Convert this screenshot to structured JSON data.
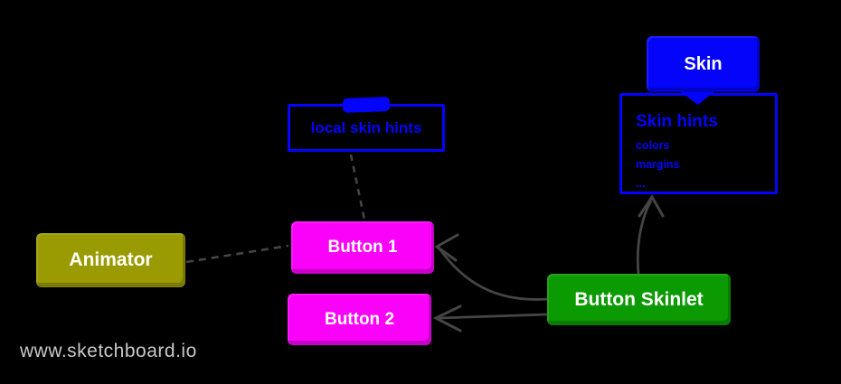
{
  "canvas": {
    "background": "#000000",
    "watermark": "www.sketchboard.io"
  },
  "colors": {
    "blue": "#0404fa",
    "olive": "#9a9a02",
    "magenta": "#fa02fa",
    "green": "#0c9a02",
    "edge_gray": "#454545",
    "watermark_gray": "#c9c9c9",
    "text_white": "#ffffff"
  },
  "nodes": {
    "skin": {
      "label": "Skin",
      "color": "#0404fa"
    },
    "skin_hints": {
      "title": "Skin hints",
      "items": [
        "colors",
        "margins",
        "..."
      ],
      "border_color": "#0404fa"
    },
    "local_skin_hints": {
      "label": "local skin hints",
      "border_color": "#0404fa"
    },
    "animator": {
      "label": "Animator",
      "color": "#9a9a02"
    },
    "button1": {
      "label": "Button 1",
      "color": "#fa02fa"
    },
    "button2": {
      "label": "Button 2",
      "color": "#fa02fa"
    },
    "button_skinlet": {
      "label": "Button Skinlet",
      "color": "#0c9a02"
    }
  },
  "edges": [
    {
      "from": "skin",
      "to": "skin_hints",
      "style": "attached-tab"
    },
    {
      "from": "local_skin_hints",
      "to": "button1",
      "style": "dashed-line"
    },
    {
      "from": "animator",
      "to": "button1",
      "style": "dashed-line"
    },
    {
      "from": "button_skinlet",
      "to": "button1",
      "style": "solid-arrow"
    },
    {
      "from": "button_skinlet",
      "to": "button2",
      "style": "solid-arrow"
    },
    {
      "from": "button_skinlet",
      "to": "skin_hints",
      "style": "solid-arrow"
    }
  ]
}
